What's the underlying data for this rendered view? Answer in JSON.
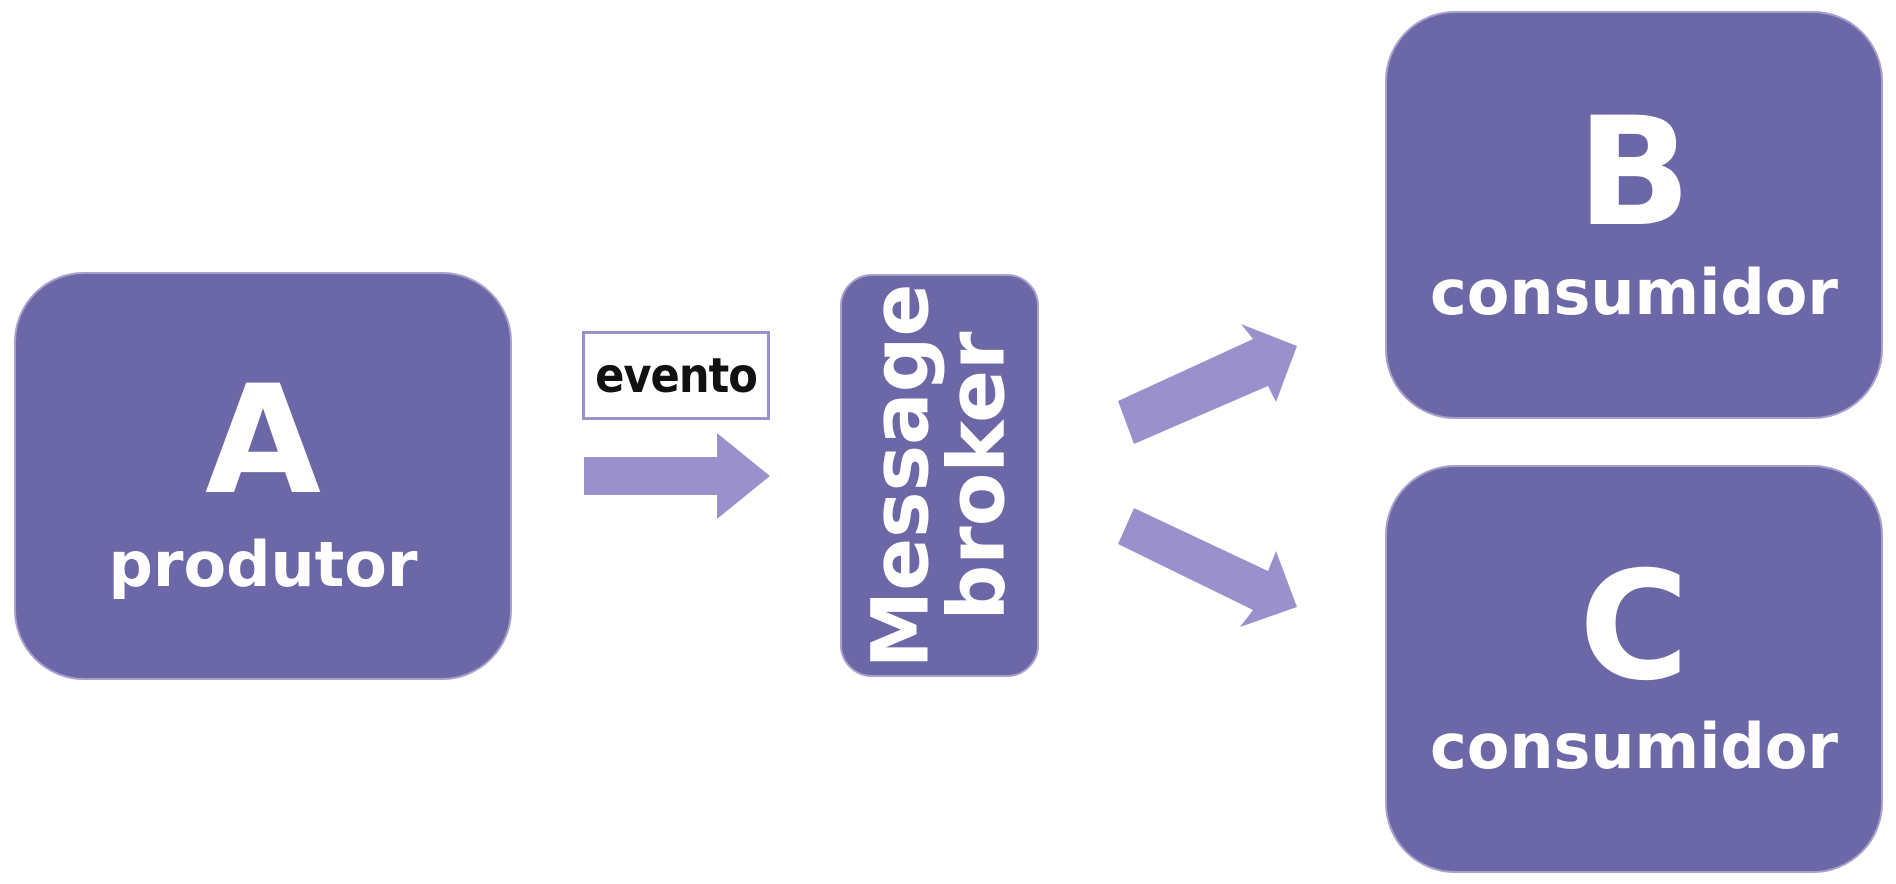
{
  "colors": {
    "node_fill": "#6c67a7",
    "arrow_fill": "#9a90cc",
    "label_border": "#9a90cc",
    "text": "#ffffff"
  },
  "producer": {
    "letter": "A",
    "role": "produtor"
  },
  "event": {
    "label": "evento"
  },
  "broker": {
    "line1": "Message",
    "line2": "broker"
  },
  "consumers": [
    {
      "letter": "B",
      "role": "consumidor"
    },
    {
      "letter": "C",
      "role": "consumidor"
    }
  ],
  "arrows": [
    {
      "from": "A",
      "to": "broker"
    },
    {
      "from": "broker",
      "to": "B"
    },
    {
      "from": "broker",
      "to": "C"
    }
  ]
}
